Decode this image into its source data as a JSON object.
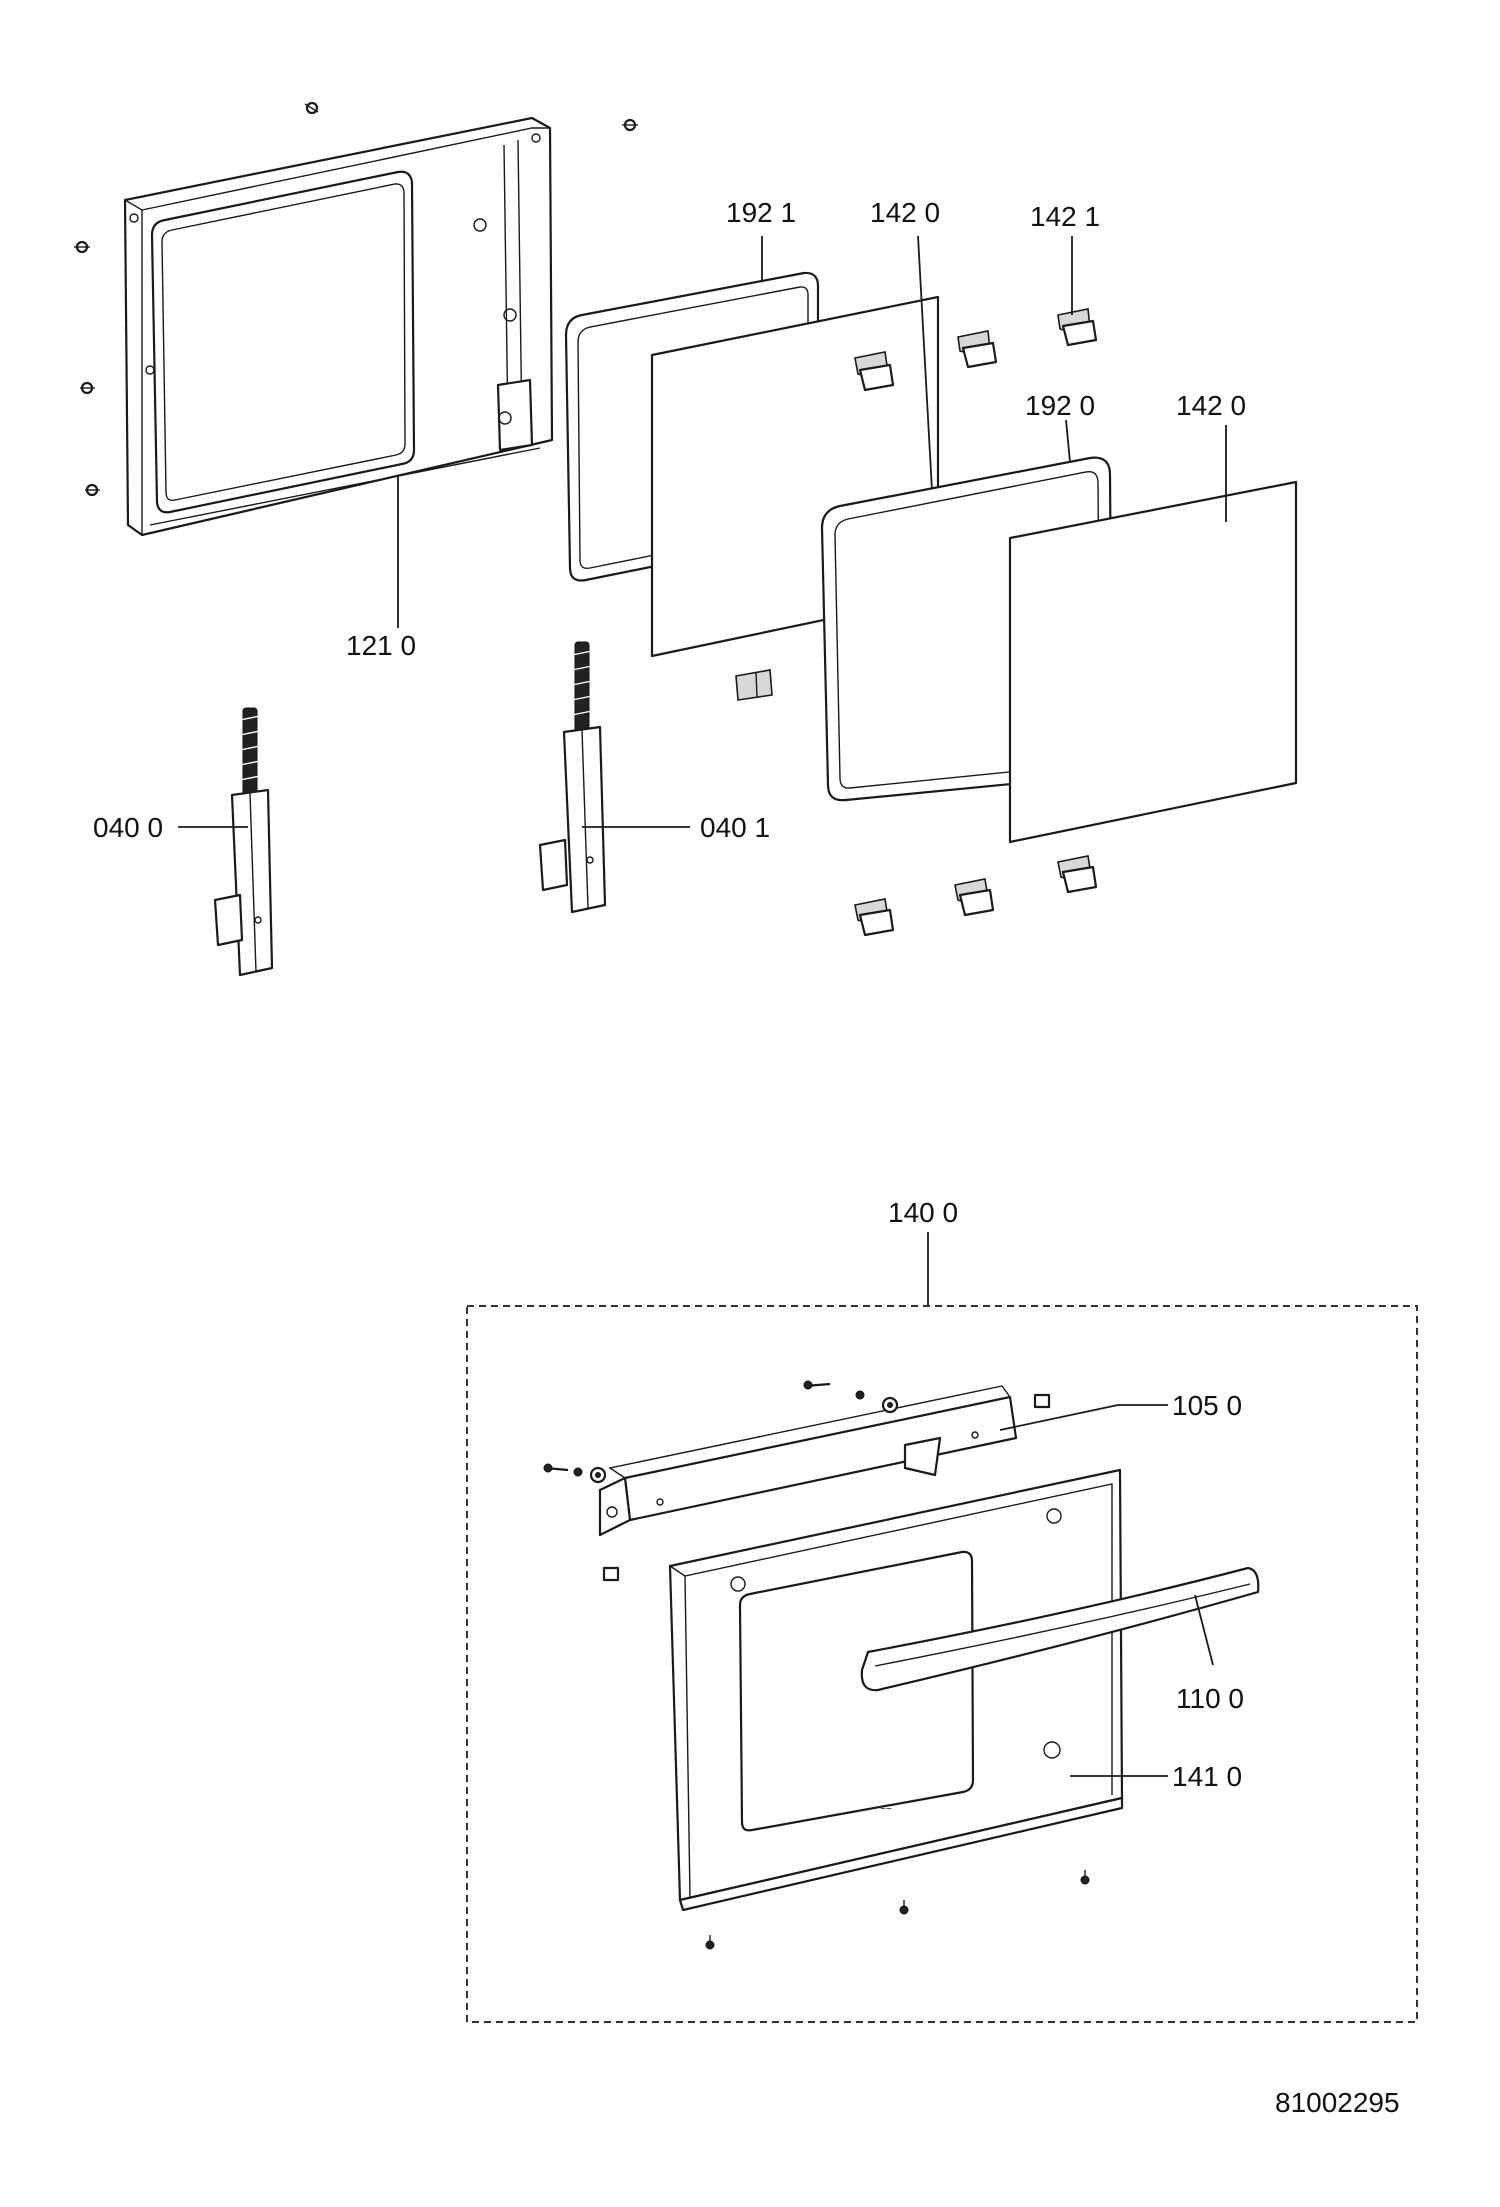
{
  "labels": {
    "gasket_inner": "192 1",
    "glass_inner": "142 0",
    "bracket": "142 1",
    "gasket_outer": "192 0",
    "glass_outer": "142 0",
    "door_frame": "121 0",
    "hinge_left": "040 0",
    "hinge_right": "040 1",
    "door_assembly": "140 0",
    "top_profile": "105 0",
    "handle": "110 0",
    "front_glass": "141 0"
  },
  "document_number": "81002295"
}
